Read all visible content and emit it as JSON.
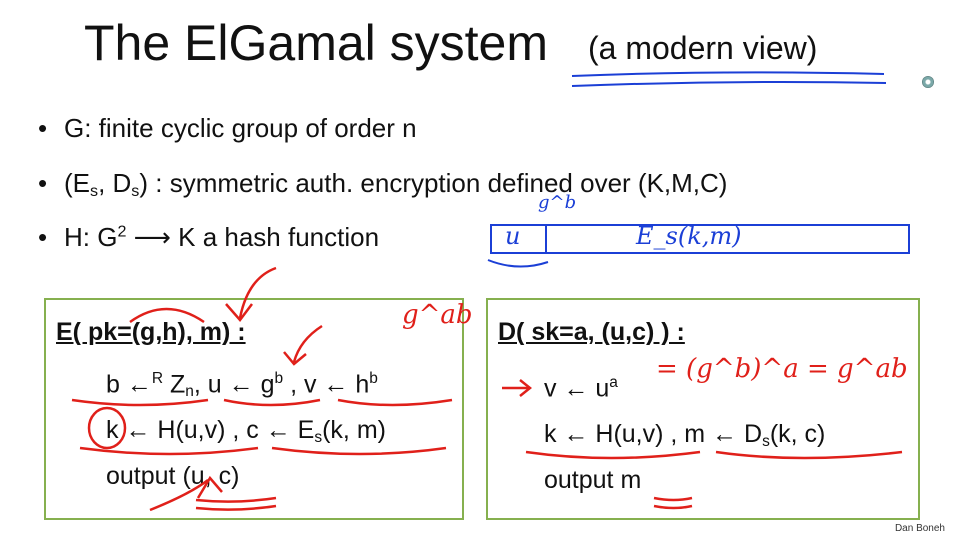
{
  "slide": {
    "title": "The ElGamal system",
    "subtitle": "(a modern view)",
    "bullets": [
      {
        "text": "G:   finite cyclic group of order n"
      },
      {
        "prefix": "(E",
        "sub1": "s",
        "mid": ", D",
        "sub2": "s",
        "rest": ") :   symmetric auth. encryption defined over (K,M,C)"
      },
      {
        "prefix": "H: G",
        "sup": "2",
        "rest": " ⟶ K   a hash function"
      }
    ],
    "enc_box": {
      "header": "E( pk=(g,h),  m) :",
      "line1": {
        "a": "b ←",
        "r": "R",
        "b": " Z",
        "sub": "n",
        "c": ",  u ← g",
        "sup1": "b",
        "d": " ,  v ← h",
        "sup2": "b"
      },
      "line2": {
        "a": "k ← H(u,v) ,  c ← E",
        "sub": "s",
        "b": "(k, m)"
      },
      "line3": "output  (u, c)"
    },
    "dec_box": {
      "header": "D( sk=a, (u,c) ) :",
      "line1": {
        "a": "v ← u",
        "sup": "a"
      },
      "line2": {
        "a": "k ← H(u,v) ,  m ← D",
        "sub": "s",
        "b": "(k, c)"
      },
      "line3": "output  m"
    },
    "author": "Dan Boneh"
  },
  "annotations": {
    "ink_color": "#e0201a",
    "blue_ink": "#1b3fd6",
    "handwritten_gab": "g^ab",
    "handwritten_dec": "= (g^b)^a = g^ab",
    "tip_left": "u",
    "tip_top": "g^b",
    "tip_right": "E_s(k,m)"
  }
}
